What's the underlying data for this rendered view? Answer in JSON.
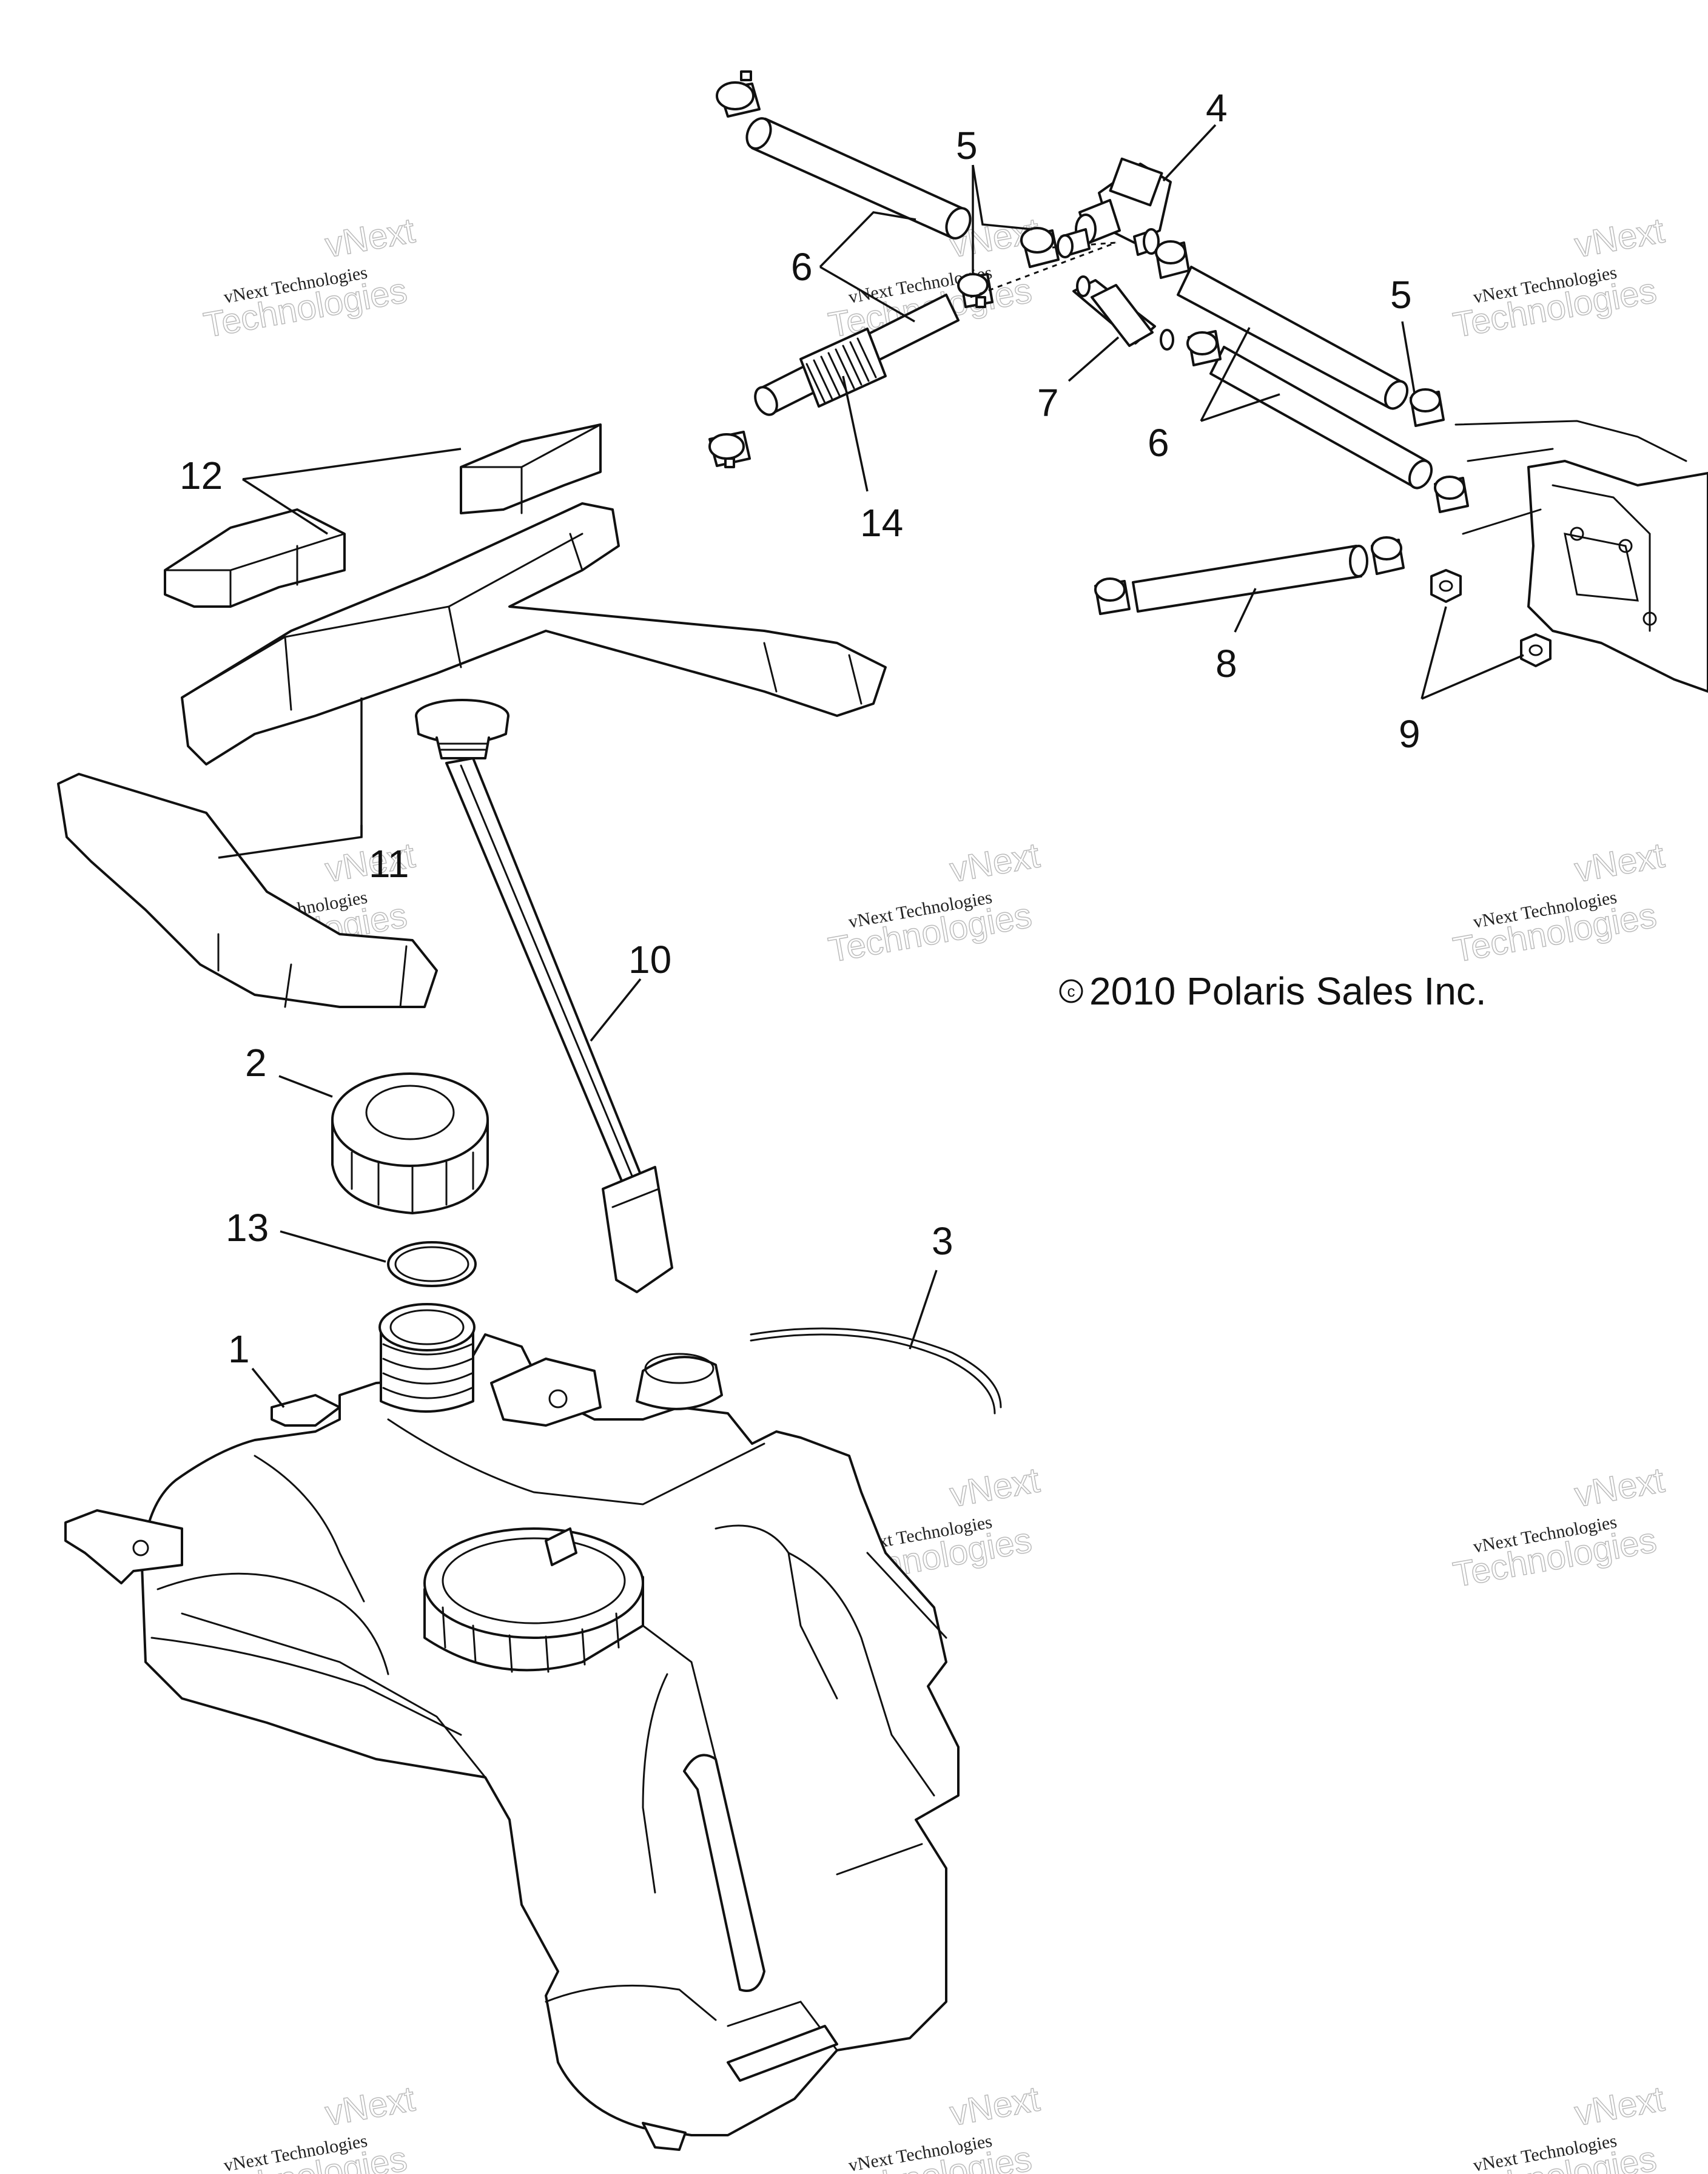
{
  "callouts": {
    "c1": "1",
    "c2": "2",
    "c3": "3",
    "c4": "4",
    "c5a": "5",
    "c5b": "5",
    "c6a": "6",
    "c6b": "6",
    "c7": "7",
    "c8": "8",
    "c9": "9",
    "c10": "10",
    "c11": "11",
    "c12": "12",
    "c13": "13",
    "c14": "14"
  },
  "copyright": "2010 Polaris Sales Inc.",
  "copyright_symbol": "c",
  "watermark": {
    "line1": "vNext Technologies",
    "line2": "vNext",
    "line3": "Technologies"
  },
  "colors": {
    "line": "#111111",
    "background": "#ffffff",
    "watermark": "#bbbbbb"
  }
}
